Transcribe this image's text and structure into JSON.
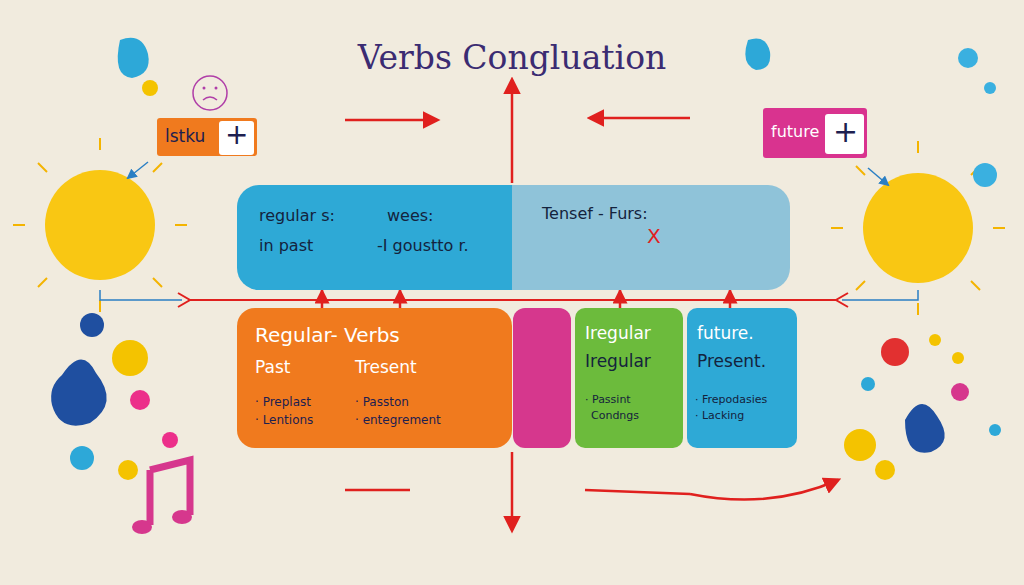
{
  "diagram": {
    "title": "Verbs Congluation",
    "nodes": [
      {
        "text": [
          "lstku"
        ]
      },
      {
        "text": [
          "+"
        ],
        "in": 0
      },
      {
        "text": [
          "future"
        ]
      },
      {
        "text": [
          "+"
        ],
        "in": 2
      },
      {
        "text": [
          "regular s:",
          "wees:",
          "in past",
          "-I goustto r."
        ]
      },
      {
        "text": [
          "Tensef - Furs:",
          "X"
        ]
      },
      {
        "text": [
          "Regular- Verbs",
          "Past",
          "Tresent",
          "· Preplast",
          "· Lentions",
          "· Passton",
          "· entegrement"
        ]
      },
      {
        "text": [
          "Iregular",
          "Iregular",
          "· Passint",
          "Condngs"
        ]
      },
      {
        "text": [
          "future.",
          "Present.",
          "· Frepodasies",
          "· Lacking"
        ]
      }
    ],
    "edges": [
      {
        "from": 6,
        "to": 4,
        "arrow": "to"
      },
      {
        "from": 6,
        "to": 4,
        "arrow": "to"
      },
      {
        "from": 7,
        "to": 5,
        "arrow": "to"
      },
      {
        "from": 8,
        "to": 5,
        "arrow": "to"
      }
    ]
  }
}
